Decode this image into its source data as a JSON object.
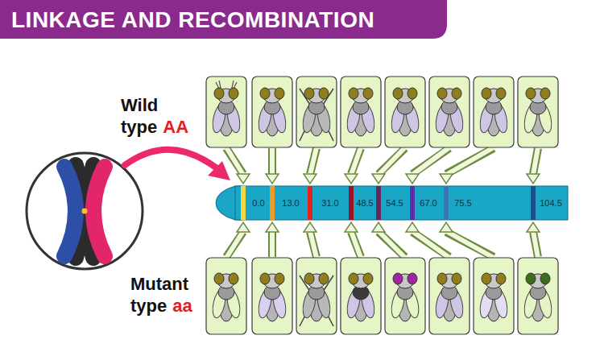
{
  "diagram": {
    "title": "LINKAGE AND RECOMBINATION",
    "labels": [
      "Wild",
      "type",
      "AA",
      "Mutant",
      "type",
      "aa",
      "0.0",
      "13.0",
      "31.0",
      "48.5",
      "54.5",
      "67.0",
      "75.5",
      "104.5"
    ]
  }
}
